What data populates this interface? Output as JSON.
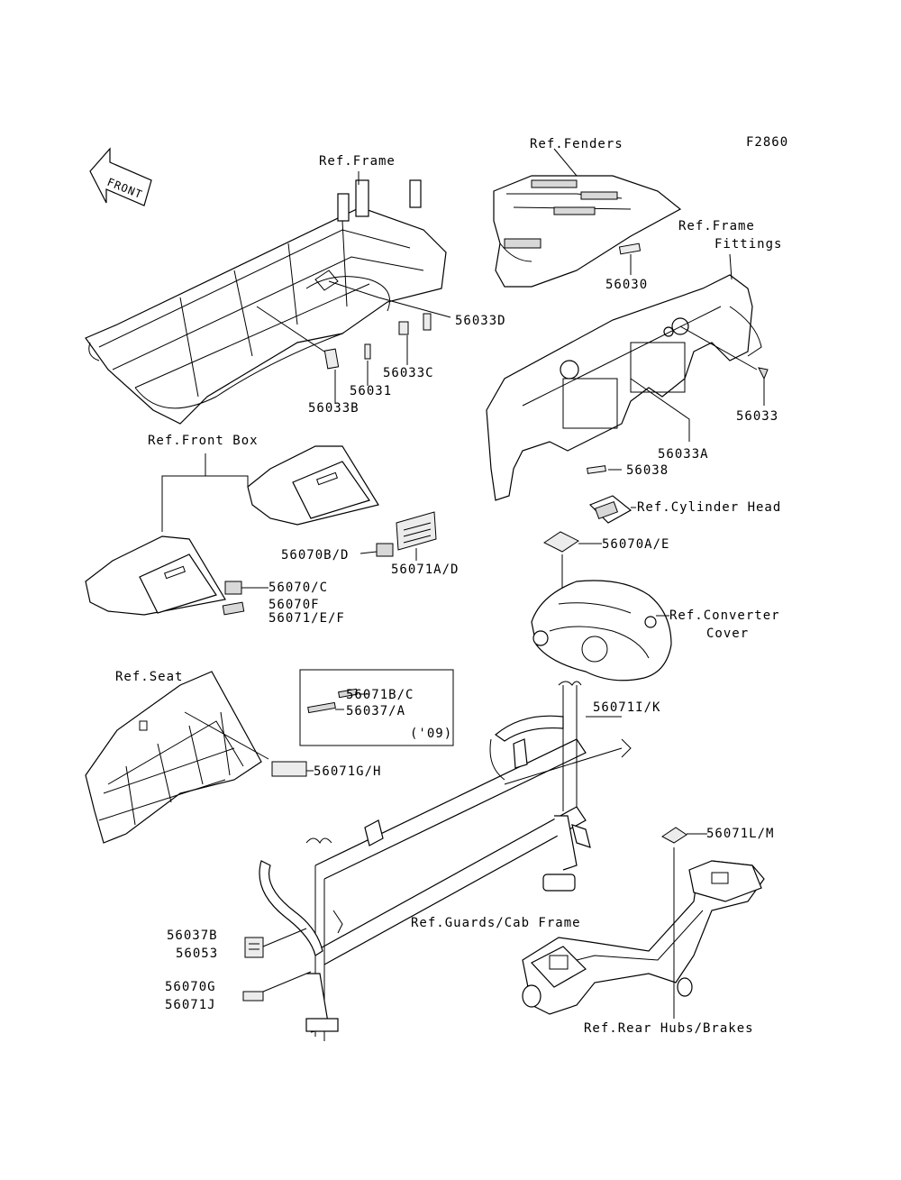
{
  "figure_code": "F2860",
  "front_arrow": "FRONT",
  "refs": {
    "frame": "Ref.Frame",
    "fenders": "Ref.Fenders",
    "frame_fittings_1": "Ref.Frame",
    "frame_fittings_2": "Fittings",
    "front_box": "Ref.Front Box",
    "cylinder_head": "Ref.Cylinder Head",
    "converter_1": "Ref.Converter",
    "converter_2": "Cover",
    "seat": "Ref.Seat",
    "guards": "Ref.Guards/Cab Frame",
    "rear_hubs": "Ref.Rear Hubs/Brakes"
  },
  "parts": {
    "p56033D": "56033D",
    "p56030": "56030",
    "p56033C": "56033C",
    "p56031": "56031",
    "p56033B": "56033B",
    "p56033": "56033",
    "p56033A": "56033A",
    "p56038": "56038",
    "p56070BD": "56070B/D",
    "p56071AD": "56071A/D",
    "p56070AE": "56070A/E",
    "p56070C": "56070/C",
    "p56070F": "56070F",
    "p56071EF": "56071/E/F",
    "p56071BC": "56071B/C",
    "p56037A": "56037/A",
    "p09": "('09)",
    "p56071IK": "56071I/K",
    "p56071GH": "56071G/H",
    "p56071LM": "56071L/M",
    "p56037B": "56037B",
    "p56053": "56053",
    "p56070G": "56070G",
    "p56071J": "56071J"
  }
}
